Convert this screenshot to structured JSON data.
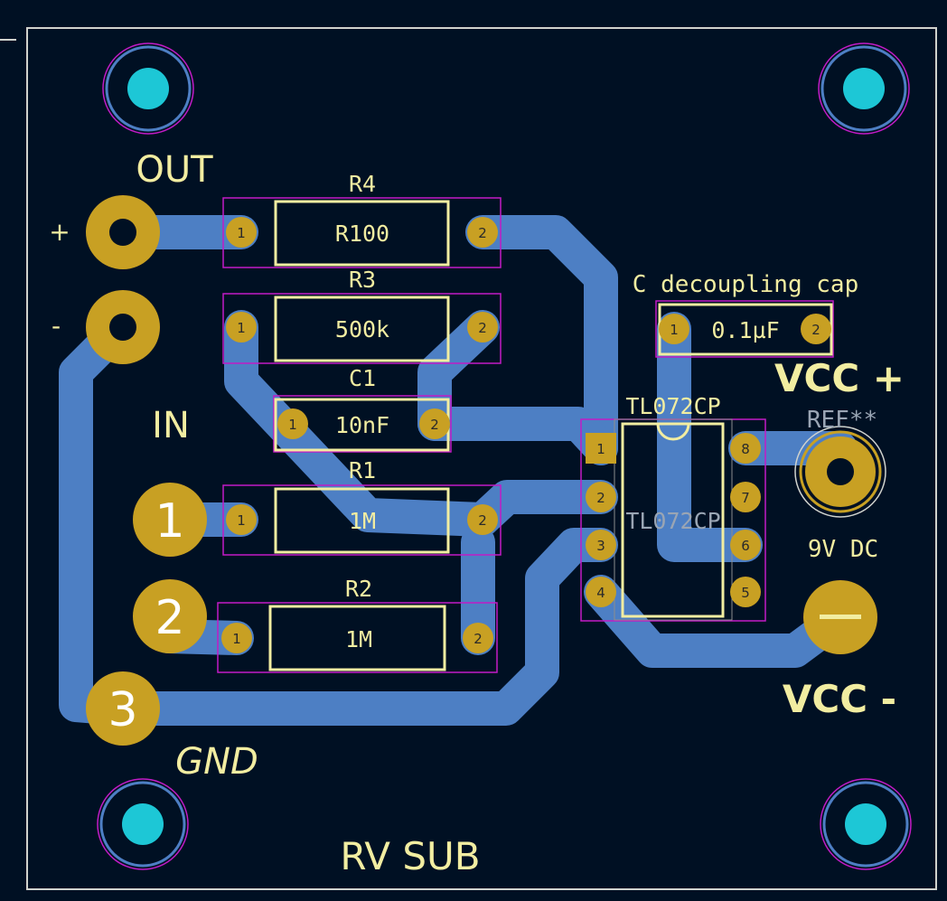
{
  "board": {
    "colors": {
      "background": "#001023",
      "edge_cuts": "#d0d2cd",
      "copper_track": "#4d7fc4",
      "pad": "#c8a023",
      "silkscreen": "#f2eda1",
      "courtyard": "#c21bc6",
      "mount_hole": "#1dc7d6"
    }
  },
  "labels": {
    "out": "OUT",
    "plus": "+",
    "minus": "-",
    "in": "IN",
    "gnd": "GND",
    "rv_sub": "RV SUB",
    "vcc_plus": "VCC +",
    "vcc_minus": "VCC -",
    "nine_v_dc": "9V DC",
    "ref": "REF**"
  },
  "components": {
    "r4": {
      "ref": "R4",
      "value": "R100"
    },
    "r3": {
      "ref": "R3",
      "value": "500k"
    },
    "c1": {
      "ref": "C1",
      "value": "10nF"
    },
    "r1": {
      "ref": "R1",
      "value": "1M"
    },
    "r2": {
      "ref": "R2",
      "value": "1M"
    },
    "cap": {
      "ref": "C decoupling cap",
      "value": "0.1µF"
    },
    "ic": {
      "ref": "TL072CP",
      "value": "TL072CP"
    }
  },
  "pads": {
    "p1": "1",
    "p2": "2",
    "p3": "3",
    "p4": "4",
    "p5": "5",
    "p6": "6",
    "p7": "7",
    "p8": "8"
  },
  "connector_numbers": {
    "in1": "1",
    "in2": "2",
    "gnd3": "3"
  }
}
